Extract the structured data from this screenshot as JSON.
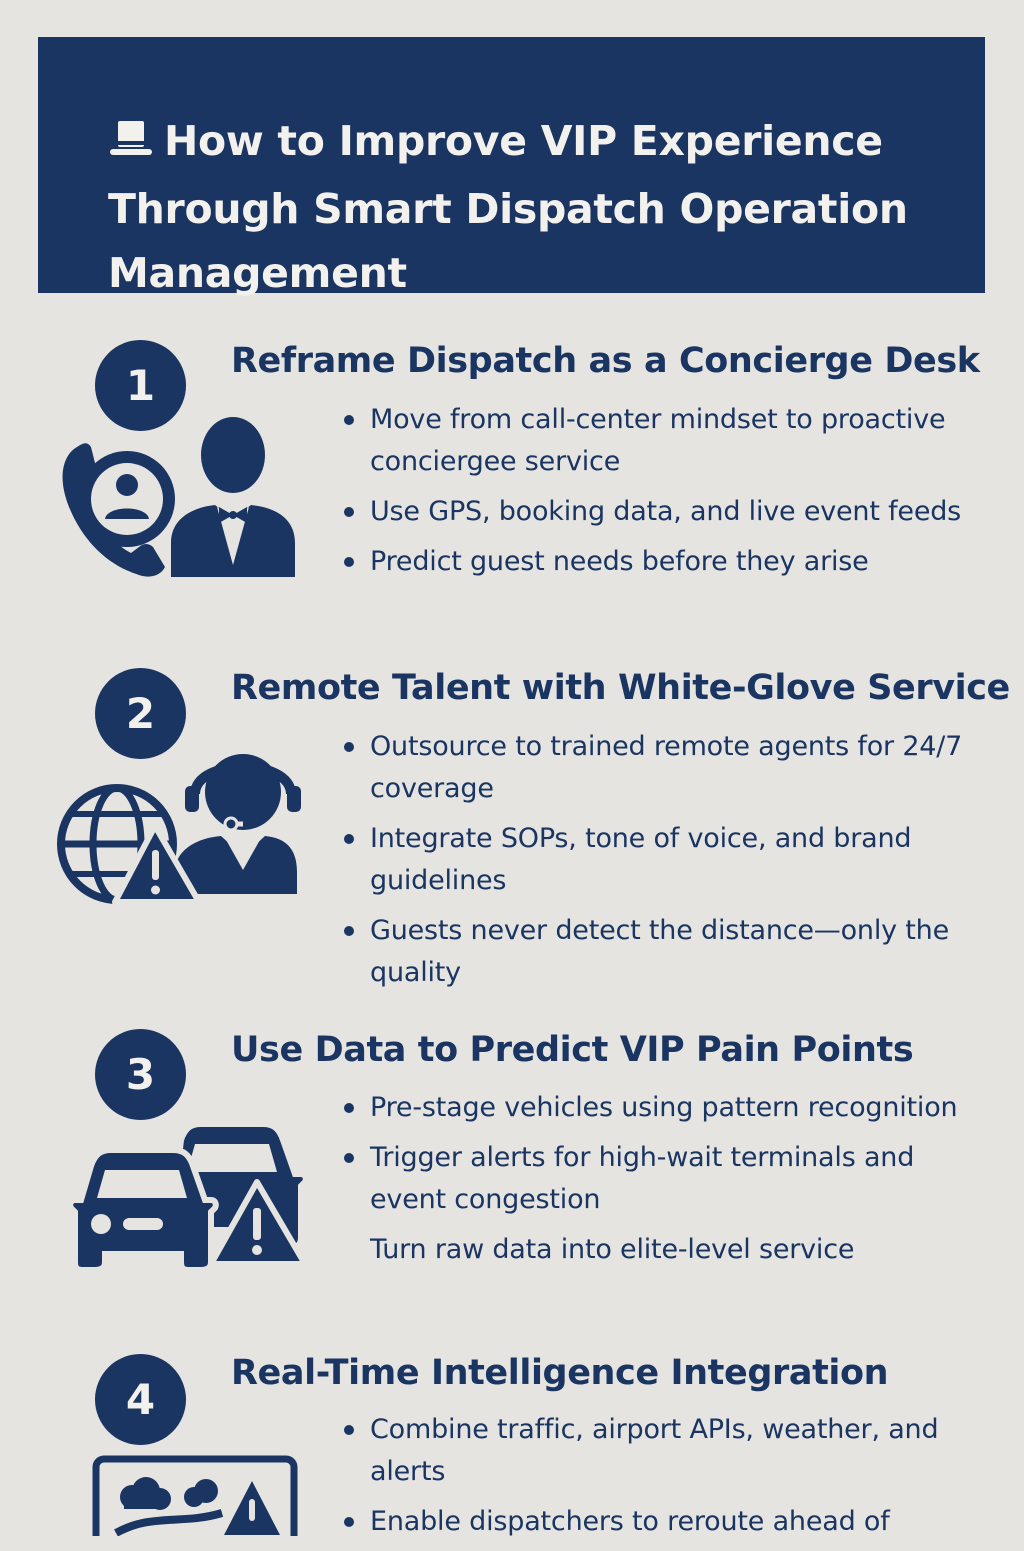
{
  "header": {
    "title": "How to Improve VIP Experience Through Smart Dispatch Operation Management",
    "icon": "top-hat-icon"
  },
  "colors": {
    "navy": "#1a3561",
    "background": "#e5e4e1",
    "header_text": "#f2f1ed"
  },
  "sections": [
    {
      "number": "1",
      "title": "Reframe Dispatch as a Concierge Desk",
      "icon": "concierge-phone-icon",
      "bullets": [
        "Move from call-center mindset to proactive conciergee service",
        "Use GPS, booking data, and live event feeds",
        "Predict guest needs before they arise"
      ]
    },
    {
      "number": "2",
      "title": "Remote Talent with White-Glove Service",
      "icon": "remote-agent-globe-icon",
      "bullets": [
        "Outsource to trained remote agents for 24/7 coverage",
        "Integrate SOPs, tone of voice, and brand guidelines",
        "Guests never detect the distance—only the quality"
      ]
    },
    {
      "number": "3",
      "title": "Use Data to Predict VIP Pain Points",
      "icon": "vehicles-alert-icon",
      "bullets": [
        "Pre-stage vehicles using pattern recognition",
        "Trigger alerts for high-wait terminals and event congestion",
        "Turn raw data into elite-level service"
      ]
    },
    {
      "number": "4",
      "title": "Real-Time Intelligence Integration",
      "icon": "dashboard-alert-icon",
      "bullets": [
        "Combine traffic, airport APIs, weather, and alerts",
        "Enable dispatchers to reroute ahead of"
      ]
    }
  ]
}
